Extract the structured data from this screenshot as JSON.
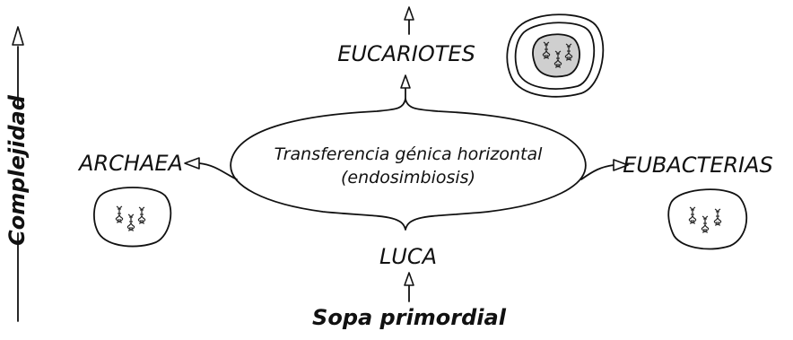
{
  "axis": {
    "label": "Complejidad"
  },
  "nodes": {
    "eucariotes": "EUCARIOTES",
    "archaea": "ARCHAEA",
    "eubacterias": "EUBACTERIAS",
    "luca": "LUCA",
    "sopa": "Sopa primordial"
  },
  "center": {
    "line1": "Transferencia génica horizontal",
    "line2": "(endosimbiosis)"
  },
  "icons": {
    "eukaryote": "eukaryotic-cell-icon",
    "archaea": "prokaryotic-cell-icon",
    "bacteria": "prokaryotic-cell-icon",
    "dna": "dna-helix-icon"
  },
  "colors": {
    "ink": "#111111",
    "nucleus": "#cfcfcf"
  }
}
